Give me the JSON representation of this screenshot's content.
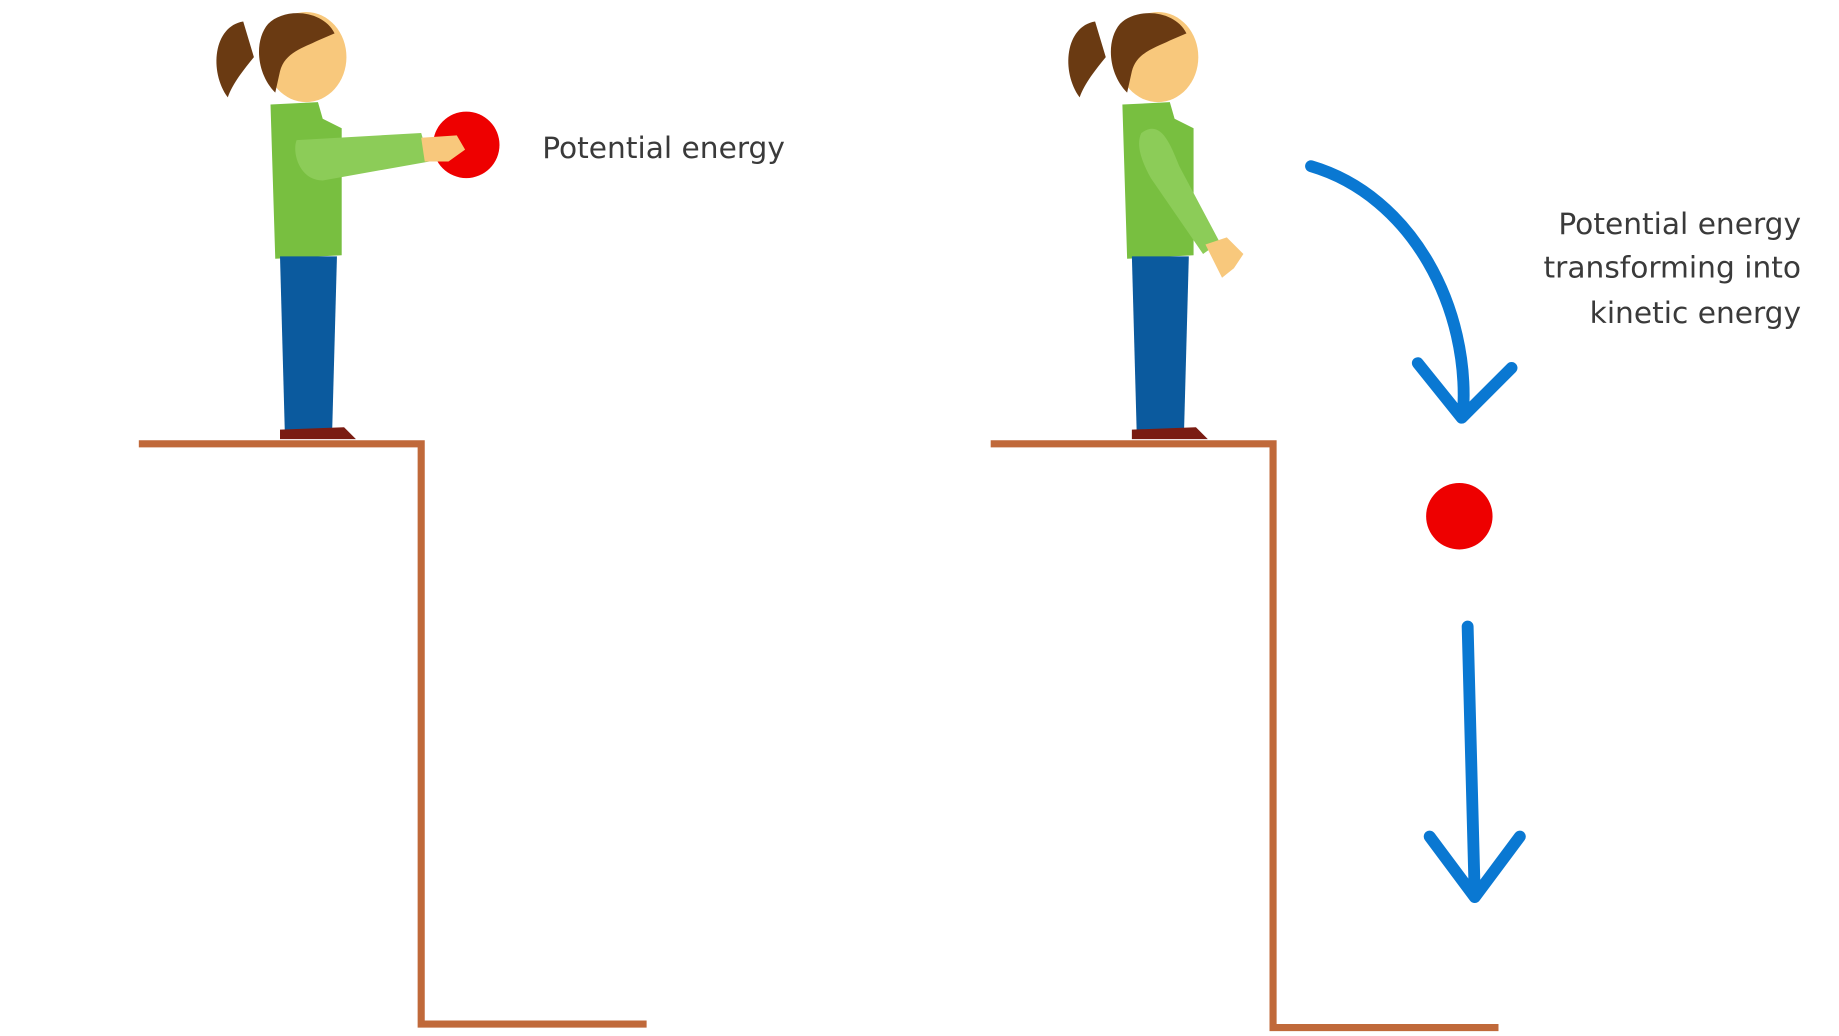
{
  "labels": {
    "left": "Potential energy",
    "right_lines": [
      "Potential energy",
      "transforming into",
      "kinetic energy"
    ]
  },
  "colors": {
    "ledge": "#c0693a",
    "arrow": "#0a78d2",
    "ball": "#ee0000",
    "sweater": "#78bf40",
    "sleeve": "#8ccc58",
    "pants": "#0b5a9e",
    "hair": "#6a3a12",
    "skin": "#f8c87c",
    "shoe": "#7a1c12"
  },
  "icons": [
    "girl-figure",
    "ball",
    "curved-down-arrow",
    "down-arrow",
    "cliff-ledge"
  ]
}
